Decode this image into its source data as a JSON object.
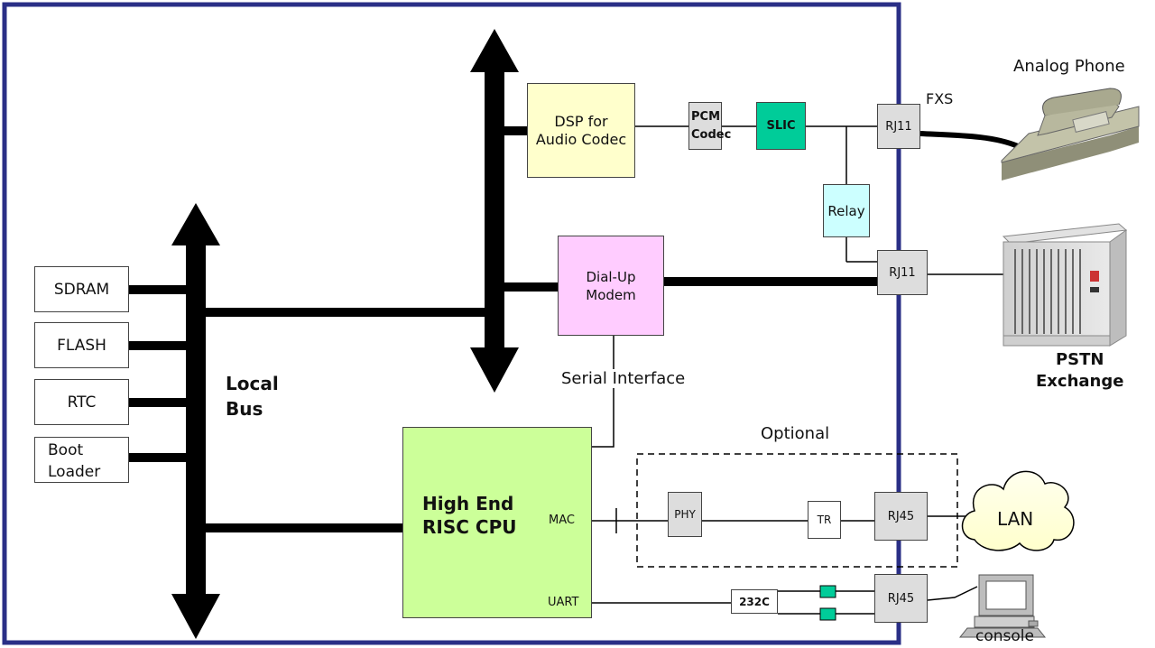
{
  "colors": {
    "frame": "#2a2f86",
    "dsp": "#ffffcc",
    "slic": "#00cc99",
    "relay": "#ccffff",
    "modem": "#ffccff",
    "cpu": "#ccff99",
    "connector": "#dddddd",
    "bus": "#000000"
  },
  "memory": {
    "sdram": "SDRAM",
    "flash": "FLASH",
    "rtc": "RTC",
    "boot_loader": "Boot\nLoader"
  },
  "local_bus": "Local\nBus",
  "dsp": "DSP for\nAudio Codec",
  "pcm_codec": "PCM\nCodec",
  "slic": "SLIC",
  "relay": "Relay",
  "modem": "Dial-Up\nModem",
  "serial_interface": "Serial Interface",
  "cpu": {
    "title": "High End\nRISC CPU",
    "mac": "MAC",
    "uart": "UART"
  },
  "optional": "Optional",
  "phy": "PHY",
  "tr": "TR",
  "rs232": "232C",
  "rj11_phone": "RJ11",
  "rj11_pstn": "RJ11",
  "rj45_lan": "RJ45",
  "rj45_console": "RJ45",
  "fxs": "FXS",
  "analog_phone": "Analog Phone",
  "pstn_exchange": "PSTN\nExchange",
  "lan": "LAN",
  "console": "console",
  "icons": [
    "telephone-icon",
    "pstn-rack-icon",
    "cloud-icon",
    "computer-icon"
  ]
}
